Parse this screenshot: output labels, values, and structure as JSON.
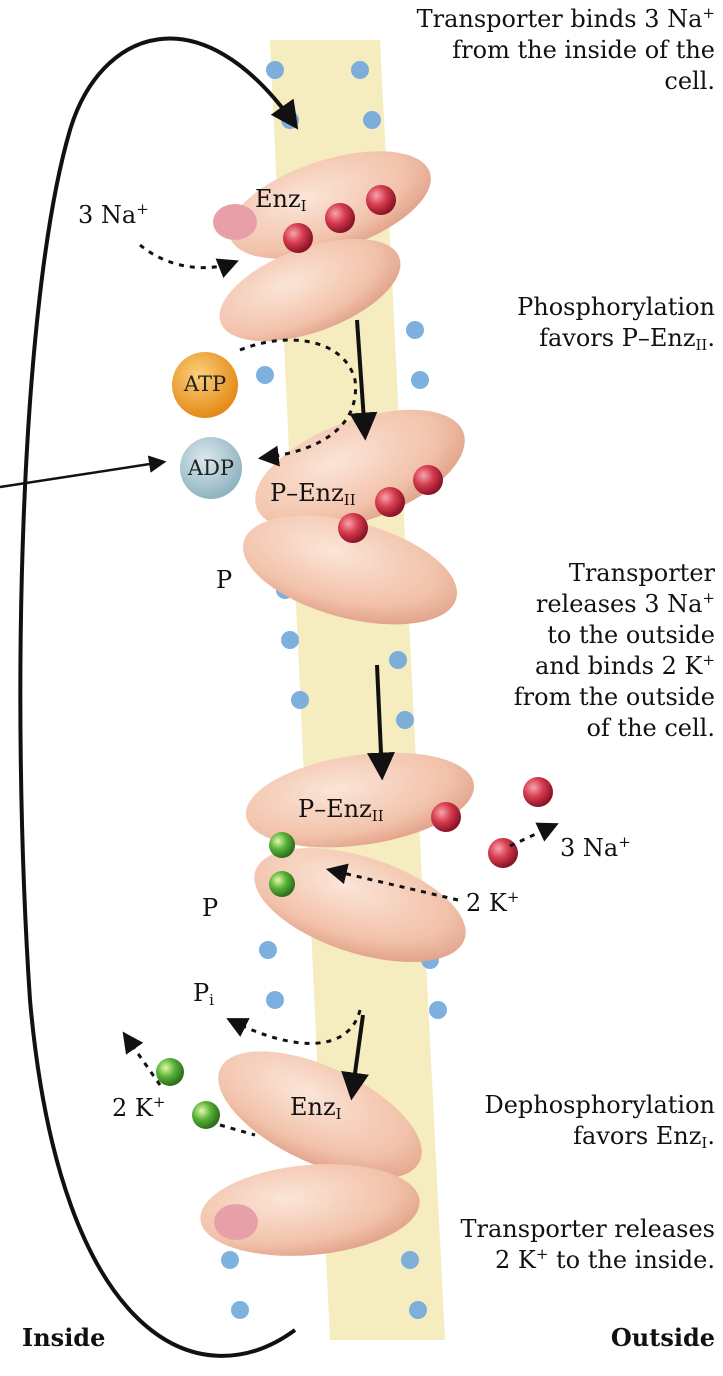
{
  "steps": {
    "bind_na": [
      "Transporter binds 3 Na",
      "from the inside of the",
      "cell."
    ],
    "phosphorylation": [
      "Phosphorylation",
      "favors P–Enz"
    ],
    "release_na": [
      "Transporter",
      "releases 3 Na",
      "to the outside",
      "and binds 2 K",
      "from the outside",
      "of the cell."
    ],
    "dephosphorylation": [
      "Dephosphorylation",
      "favors Enz"
    ],
    "release_k": [
      "Transporter releases",
      "2 K",
      " to the inside."
    ]
  },
  "superscripts": {
    "plus": "+"
  },
  "subscripts": {
    "I": "I",
    "II": "II",
    "i": "i"
  },
  "molecules": {
    "na_in": "3 Na",
    "na_out": "3 Na",
    "k_out": "2 K",
    "k_in": "2 K",
    "atp": "ATP",
    "adp": "ADP",
    "p": "P",
    "pi": "P"
  },
  "enzymes": {
    "enz1": "Enz",
    "p_enz2": "P–Enz"
  },
  "sides": {
    "inside": "Inside",
    "outside": "Outside"
  },
  "colors": {
    "enzyme": "#f2c2aa",
    "na_ion": "#d63c4e",
    "k_ion": "#58b33a",
    "atp": "#f0a030",
    "adp": "#a9c8d2",
    "membrane_head": "#6fa8dc",
    "membrane_tail": "#f3e7b0"
  }
}
